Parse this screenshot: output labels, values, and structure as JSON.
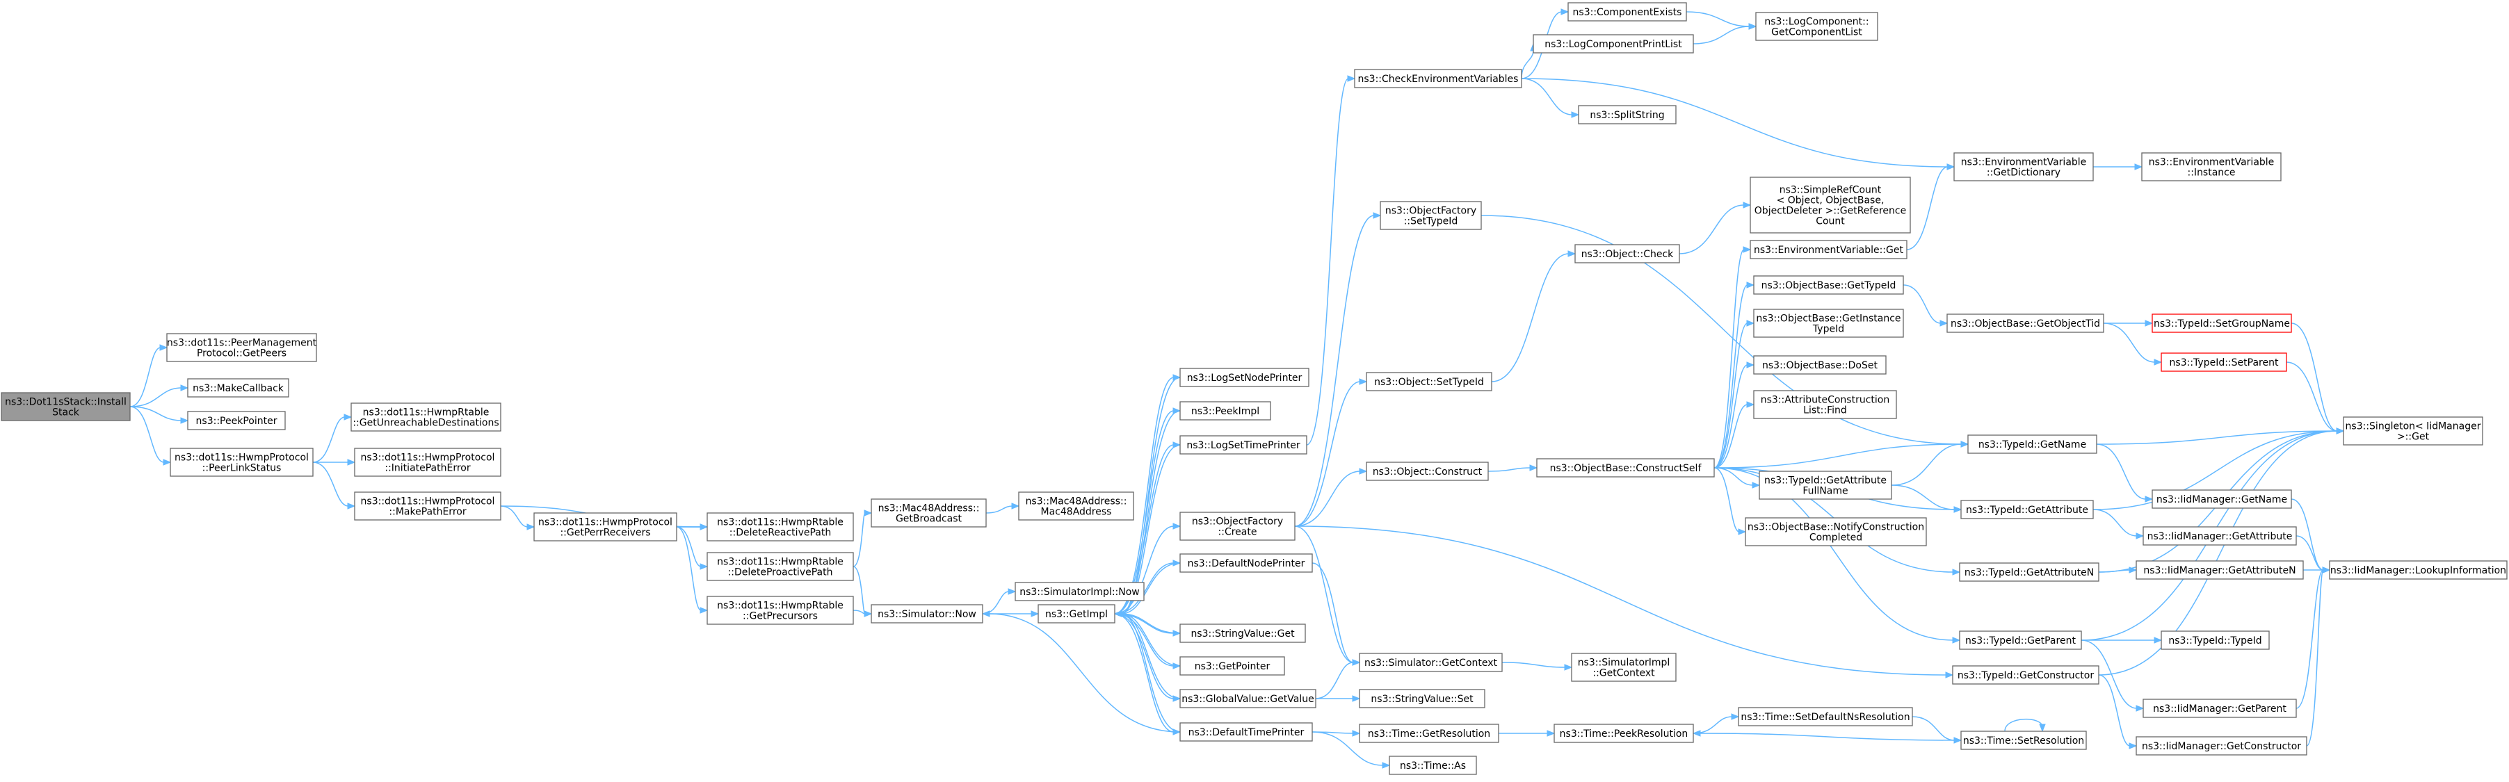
{
  "colors": {
    "edge": "#63b8ff",
    "node_border": "#666666",
    "root_fill": "#999999",
    "highlight_border": "#ff0000"
  },
  "nodes": [
    {
      "id": "root",
      "lines": [
        "ns3::Dot11sStack::Install",
        "Stack"
      ],
      "style": "root"
    },
    {
      "id": "peers",
      "lines": [
        "ns3::dot11s::PeerManagement",
        "Protocol::GetPeers"
      ]
    },
    {
      "id": "makecb",
      "lines": [
        "ns3::MakeCallback"
      ]
    },
    {
      "id": "peekptr",
      "lines": [
        "ns3::PeekPointer"
      ]
    },
    {
      "id": "peerlink",
      "lines": [
        "ns3::dot11s::HwmpProtocol",
        "::PeerLinkStatus"
      ]
    },
    {
      "id": "unreach",
      "lines": [
        "ns3::dot11s::HwmpRtable",
        "::GetUnreachableDestinations"
      ]
    },
    {
      "id": "initpath",
      "lines": [
        "ns3::dot11s::HwmpProtocol",
        "::InitiatePathError"
      ]
    },
    {
      "id": "makepath",
      "lines": [
        "ns3::dot11s::HwmpProtocol",
        "::MakePathError"
      ]
    },
    {
      "id": "perr",
      "lines": [
        "ns3::dot11s::HwmpProtocol",
        "::GetPerrReceivers"
      ]
    },
    {
      "id": "delreact",
      "lines": [
        "ns3::dot11s::HwmpRtable",
        "::DeleteReactivePath"
      ]
    },
    {
      "id": "delproact",
      "lines": [
        "ns3::dot11s::HwmpRtable",
        "::DeleteProactivePath"
      ]
    },
    {
      "id": "precursors",
      "lines": [
        "ns3::dot11s::HwmpRtable",
        "::GetPrecursors"
      ]
    },
    {
      "id": "bcast",
      "lines": [
        "ns3::Mac48Address::",
        "GetBroadcast"
      ]
    },
    {
      "id": "mac48",
      "lines": [
        "ns3::Mac48Address::",
        "Mac48Address"
      ]
    },
    {
      "id": "simnow",
      "lines": [
        "ns3::Simulator::Now"
      ]
    },
    {
      "id": "simimplnow",
      "lines": [
        "ns3::SimulatorImpl::Now"
      ]
    },
    {
      "id": "getimpl",
      "lines": [
        "ns3::GetImpl"
      ]
    },
    {
      "id": "lognode",
      "lines": [
        "ns3::LogSetNodePrinter"
      ]
    },
    {
      "id": "peekimpl",
      "lines": [
        "ns3::PeekImpl"
      ]
    },
    {
      "id": "logtime",
      "lines": [
        "ns3::LogSetTimePrinter"
      ]
    },
    {
      "id": "ofcreate",
      "lines": [
        "ns3::ObjectFactory",
        "::Create"
      ]
    },
    {
      "id": "defnode",
      "lines": [
        "ns3::DefaultNodePrinter"
      ]
    },
    {
      "id": "strget",
      "lines": [
        "ns3::StringValue::Get"
      ]
    },
    {
      "id": "getptr",
      "lines": [
        "ns3::GetPointer"
      ]
    },
    {
      "id": "gvget",
      "lines": [
        "ns3::GlobalValue::GetValue"
      ]
    },
    {
      "id": "deftime",
      "lines": [
        "ns3::DefaultTimePrinter"
      ]
    },
    {
      "id": "checkenv",
      "lines": [
        "ns3::CheckEnvironmentVariables"
      ]
    },
    {
      "id": "compexists",
      "lines": [
        "ns3::ComponentExists"
      ]
    },
    {
      "id": "logcomplist",
      "lines": [
        "ns3::LogComponentPrintList"
      ]
    },
    {
      "id": "getcomplist",
      "lines": [
        "ns3::LogComponent::",
        "GetComponentList"
      ]
    },
    {
      "id": "splitstr",
      "lines": [
        "ns3::SplitString"
      ]
    },
    {
      "id": "settypeid",
      "lines": [
        "ns3::ObjectFactory",
        "::SetTypeId"
      ]
    },
    {
      "id": "objsettypeid",
      "lines": [
        "ns3::Object::SetTypeId"
      ]
    },
    {
      "id": "objconstruct",
      "lines": [
        "ns3::Object::Construct"
      ]
    },
    {
      "id": "objcheck",
      "lines": [
        "ns3::Object::Check"
      ]
    },
    {
      "id": "simplerc",
      "lines": [
        "ns3::SimpleRefCount",
        "< Object, ObjectBase,",
        "ObjectDeleter >::GetReference",
        "Count"
      ]
    },
    {
      "id": "envget",
      "lines": [
        "ns3::EnvironmentVariable::Get"
      ]
    },
    {
      "id": "envdict",
      "lines": [
        "ns3::EnvironmentVariable",
        "::GetDictionary"
      ]
    },
    {
      "id": "envinst",
      "lines": [
        "ns3::EnvironmentVariable",
        "::Instance"
      ]
    },
    {
      "id": "obgettid",
      "lines": [
        "ns3::ObjectBase::GetTypeId"
      ]
    },
    {
      "id": "obinsttid",
      "lines": [
        "ns3::ObjectBase::GetInstance",
        "TypeId"
      ]
    },
    {
      "id": "obdoset",
      "lines": [
        "ns3::ObjectBase::DoSet"
      ]
    },
    {
      "id": "attrfind",
      "lines": [
        "ns3::AttributeConstruction",
        "List::Find"
      ]
    },
    {
      "id": "constructself",
      "lines": [
        "ns3::ObjectBase::ConstructSelf"
      ]
    },
    {
      "id": "tidgetname",
      "lines": [
        "ns3::TypeId::GetName"
      ]
    },
    {
      "id": "tidattrfull",
      "lines": [
        "ns3::TypeId::GetAttribute",
        "FullName"
      ]
    },
    {
      "id": "tidgetattr",
      "lines": [
        "ns3::TypeId::GetAttribute"
      ]
    },
    {
      "id": "notifyconstr",
      "lines": [
        "ns3::ObjectBase::NotifyConstruction",
        "Completed"
      ]
    },
    {
      "id": "tidattrn",
      "lines": [
        "ns3::TypeId::GetAttributeN"
      ]
    },
    {
      "id": "tidparent",
      "lines": [
        "ns3::TypeId::GetParent"
      ]
    },
    {
      "id": "tidconstr",
      "lines": [
        "ns3::TypeId::GetConstructor"
      ]
    },
    {
      "id": "obgetobjtid",
      "lines": [
        "ns3::ObjectBase::GetObjectTid"
      ]
    },
    {
      "id": "setgroup",
      "lines": [
        "ns3::TypeId::SetGroupName"
      ],
      "style": "red"
    },
    {
      "id": "setparent",
      "lines": [
        "ns3::TypeId::SetParent"
      ],
      "style": "red"
    },
    {
      "id": "singleton",
      "lines": [
        "ns3::Singleton< IidManager",
        ">::Get"
      ]
    },
    {
      "id": "iidgetname",
      "lines": [
        "ns3::IidManager::GetName"
      ]
    },
    {
      "id": "iidgetattr",
      "lines": [
        "ns3::IidManager::GetAttribute"
      ]
    },
    {
      "id": "iidgetattrn",
      "lines": [
        "ns3::IidManager::GetAttributeN"
      ]
    },
    {
      "id": "iidlookup",
      "lines": [
        "ns3::IidManager::LookupInformation"
      ]
    },
    {
      "id": "tidtypeid",
      "lines": [
        "ns3::TypeId::TypeId"
      ]
    },
    {
      "id": "iidgetparent",
      "lines": [
        "ns3::IidManager::GetParent"
      ]
    },
    {
      "id": "iidgetconstr",
      "lines": [
        "ns3::IidManager::GetConstructor"
      ]
    },
    {
      "id": "simgetctx",
      "lines": [
        "ns3::Simulator::GetContext"
      ]
    },
    {
      "id": "simimplctx",
      "lines": [
        "ns3::SimulatorImpl",
        "::GetContext"
      ]
    },
    {
      "id": "strset",
      "lines": [
        "ns3::StringValue::Set"
      ]
    },
    {
      "id": "timegetres",
      "lines": [
        "ns3::Time::GetResolution"
      ]
    },
    {
      "id": "timepeekres",
      "lines": [
        "ns3::Time::PeekResolution"
      ]
    },
    {
      "id": "setdefns",
      "lines": [
        "ns3::Time::SetDefaultNsResolution"
      ]
    },
    {
      "id": "setres",
      "lines": [
        "ns3::Time::SetResolution"
      ]
    },
    {
      "id": "timeas",
      "lines": [
        "ns3::Time::As"
      ]
    }
  ]
}
